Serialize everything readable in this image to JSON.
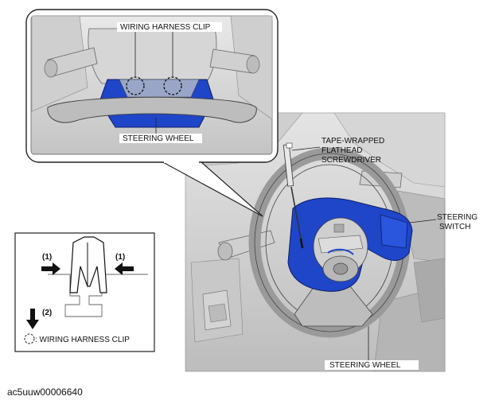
{
  "inset_top": {
    "label_clip": "WIRING HARNESS CLIP",
    "label_wheel": "STEERING WHEEL"
  },
  "main_view": {
    "label_tool_1": "TAPE-WRAPPED",
    "label_tool_2": "FLATHEAD",
    "label_tool_3": "SCREWDRIVER",
    "label_switch_1": "STEERING",
    "label_switch_2": "SWITCH",
    "label_wheel": "STEERING WHEEL"
  },
  "clip_detail": {
    "step_left": "(1)",
    "step_right": "(1)",
    "step_down": "(2)",
    "legend": ": WIRING HARNESS CLIP"
  },
  "figure_code": "ac5uuw00006640",
  "colors": {
    "highlight": "#1f45c8",
    "line": "#222222",
    "body": "#d9d9d9"
  }
}
